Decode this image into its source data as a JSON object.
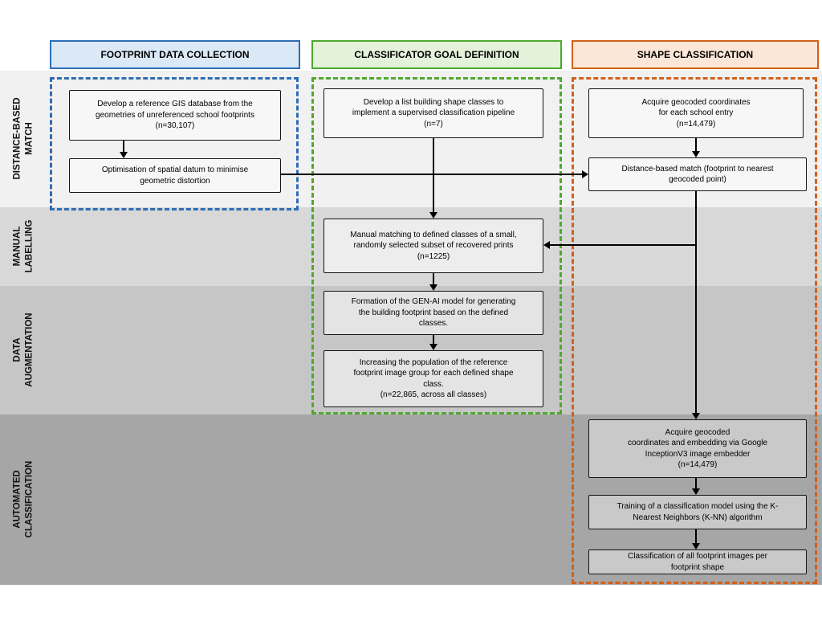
{
  "columns": [
    {
      "header": "FOOTPRINT DATA COLLECTION",
      "accent_color": "#2e6db4",
      "fill_color": "#dbe8f6"
    },
    {
      "header": "CLASSIFICATOR GOAL DEFINITION",
      "accent_color": "#4fa82e",
      "fill_color": "#e4f1db"
    },
    {
      "header": "SHAPE CLASSIFICATION",
      "accent_color": "#d2601a",
      "fill_color": "#fbe6d7"
    }
  ],
  "rows": [
    {
      "label": "DISTANCE-BASED\nMATCH",
      "band_color": "#f1f1f1"
    },
    {
      "label": "MANUAL\nLABELLING",
      "band_color": "#d8d8d8"
    },
    {
      "label": "DATA\nAUGMENTATION",
      "band_color": "#c6c6c6"
    },
    {
      "label": "AUTOMATED\nCLASSIFICATION",
      "band_color": "#a6a6a6"
    }
  ],
  "boxes": {
    "develop_gis_database": "Develop a reference GIS database from the\ngeometries of unreferenced school footprints\n(n=30,107)",
    "optimise_spatial_datum": "Optimisation of spatial datum to minimise\ngeometric distortion",
    "develop_shape_classes": "Develop a list building shape classes to\nimplement a supervised classification pipeline\n(n=7)",
    "manual_matching": "Manual matching to defined classes of a small,\nrandomly selected subset of recovered prints\n(n=1225)",
    "gen_ai_model": "Formation of the GEN-AI model for generating\nthe building footprint based on the defined\nclasses.",
    "increase_population": "Increasing the population of the reference\nfootprint image group for each defined shape\nclass.\n(n=22,865, across all classes)",
    "acquire_coordinates": "Acquire geocoded coordinates\nfor each school entry\n(n=14,479)",
    "distance_match": "Distance-based match (footprint to nearest\ngeocoded point)",
    "acquire_embedding": "Acquire geocoded\ncoordinates and embedding via Google\nInceptionV3 image embedder\n(n=14,479)",
    "knn_training": "Training of a classification model using the K-\nNearest Neighbors (K-NN) algorithm",
    "classify_footprints": "Classification of all footprint images per\nfootprint shape"
  }
}
